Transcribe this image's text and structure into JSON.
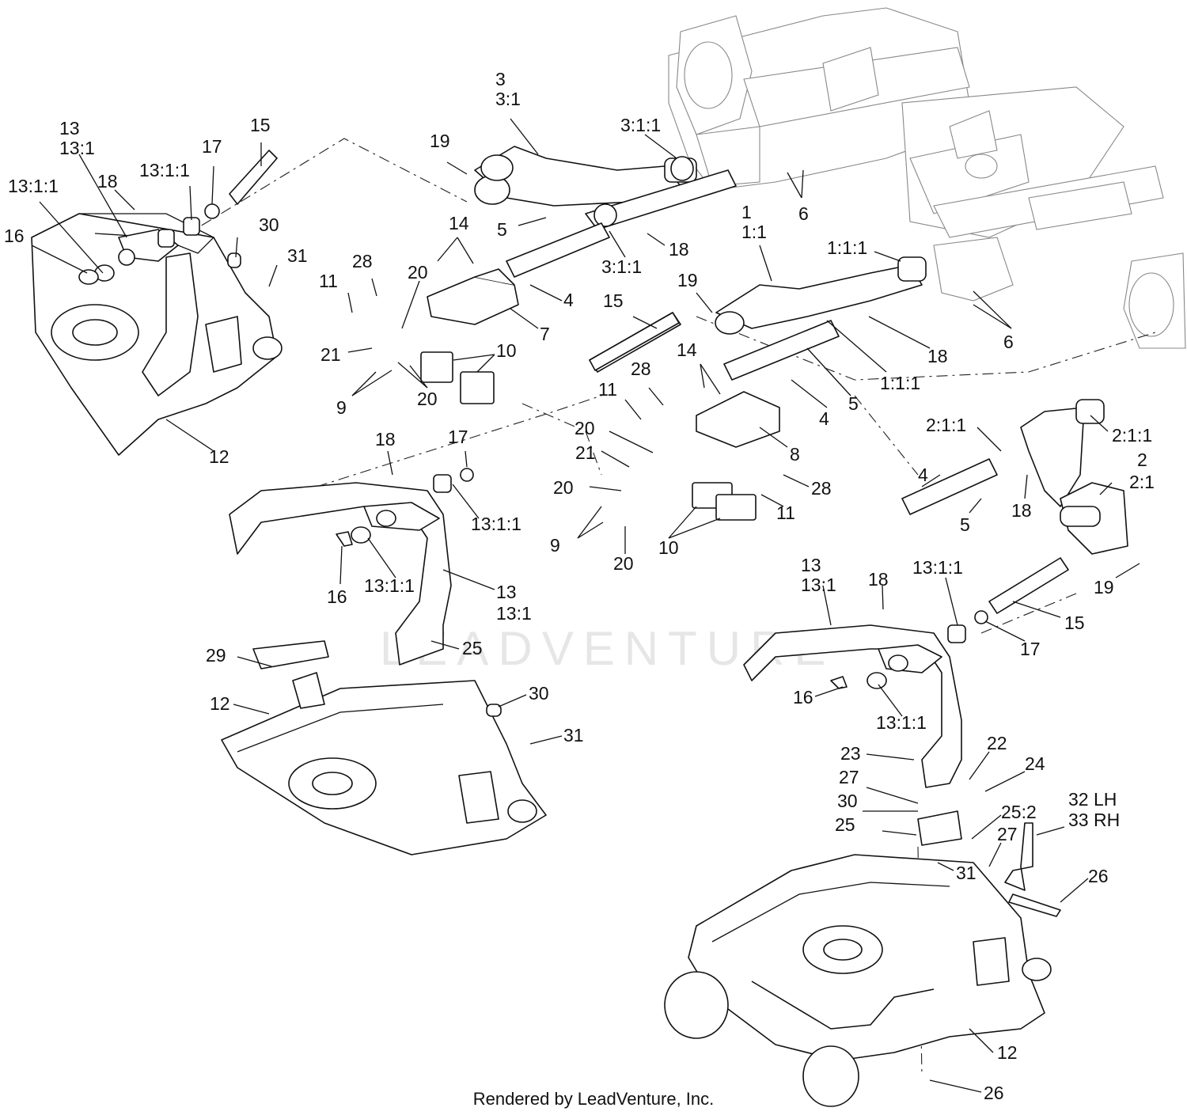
{
  "footer": "Rendered by LeadVenture, Inc.",
  "watermark": "LEADVENTURE",
  "labels": {
    "l_3": "3",
    "l_3_1": "3:1",
    "l_3_1_1_top": "3:1:1",
    "l_3_1_1_low": "3:1:1",
    "l_19_a": "19",
    "l_6_a": "6",
    "l_5_a": "5",
    "l_18_a": "18",
    "l_13_a": "13",
    "l_13_1_a": "13:1",
    "l_15_a": "15",
    "l_17_a": "17",
    "l_13_1_1_a": "13:1:1",
    "l_13_1_1_b": "13:1:1",
    "l_18_b": "18",
    "l_16_a": "16",
    "l_30_a": "30",
    "l_31_a": "31",
    "l_12_a": "12",
    "l_14_a": "14",
    "l_28_a": "28",
    "l_20_a": "20",
    "l_11_a": "11",
    "l_4_a": "4",
    "l_7": "7",
    "l_21_a": "21",
    "l_10_a": "10",
    "l_9_a": "9",
    "l_20_b": "20",
    "l_1": "1",
    "l_1_1": "1:1",
    "l_1_1_1_a": "1:1:1",
    "l_19_b": "19",
    "l_6_b": "6",
    "l_18_c": "18",
    "l_1_1_1_b": "1:1:1",
    "l_15_b": "15",
    "l_14_b": "14",
    "l_28_b": "28",
    "l_11_b": "11",
    "l_4_b": "4",
    "l_5_b": "5",
    "l_20_c": "20",
    "l_21_b": "21",
    "l_8": "8",
    "l_20_d": "20",
    "l_28_c": "28",
    "l_11_c": "11",
    "l_9_b": "9",
    "l_10_b": "10",
    "l_20_e": "20",
    "l_2_1_1_a": "2:1:1",
    "l_2_1_1_b": "2:1:1",
    "l_2": "2",
    "l_2_1": "2:1",
    "l_4_c": "4",
    "l_18_d": "18",
    "l_5_c": "5",
    "l_19_c": "19",
    "l_18_e": "18",
    "l_17_b": "17",
    "l_13_1_1_c": "13:1:1",
    "l_16_b": "16",
    "l_13_1_1_d": "13:1:1",
    "l_13_b": "13",
    "l_13_1_b": "13:1",
    "l_25_a": "25",
    "l_29": "29",
    "l_12_b": "12",
    "l_30_b": "30",
    "l_31_b": "31",
    "l_13_c": "13",
    "l_13_1_c": "13:1",
    "l_18_f": "18",
    "l_13_1_1_e": "13:1:1",
    "l_17_c": "17",
    "l_15_c": "15",
    "l_16_c": "16",
    "l_13_1_1_f": "13:1:1",
    "l_23": "23",
    "l_22": "22",
    "l_27_a": "27",
    "l_24": "24",
    "l_30_c": "30",
    "l_25_2": "25:2",
    "l_32": "32 LH",
    "l_33": "33 RH",
    "l_25_b": "25",
    "l_27_b": "27",
    "l_31_c": "31",
    "l_26_a": "26",
    "l_12_c": "12",
    "l_26_b": "26"
  }
}
